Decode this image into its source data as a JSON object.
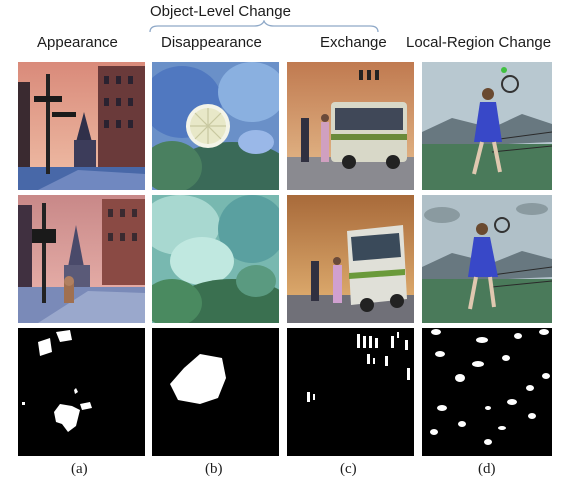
{
  "header": {
    "group_label": "Object-Level Change",
    "columns": [
      "Appearance",
      "Disappearance",
      "Exchange",
      "Local-Region Change"
    ]
  },
  "captions": [
    "(a)",
    "(b)",
    "(c)",
    "(d)"
  ],
  "colors": {
    "brace": "#8fa9c8",
    "mask_bg": "#000000",
    "mask_fg": "#ffffff"
  }
}
